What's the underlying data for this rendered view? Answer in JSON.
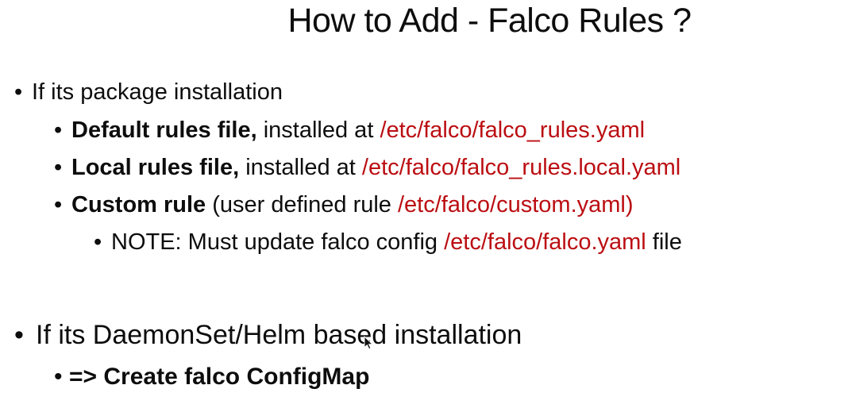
{
  "title": "How to Add - Falco Rules ?",
  "colors": {
    "background": "#ffffff",
    "text": "#0d0d0d",
    "red": "#bb0e12"
  },
  "icons": {
    "bullet": "•",
    "cursor": "mouse-arrow"
  },
  "content": {
    "lines": [
      {
        "level": 1,
        "segments": [
          {
            "text": "If its package installation"
          }
        ]
      },
      {
        "level": 2,
        "segments": [
          {
            "text": "Default rules file,"
          },
          {
            "text": " installed at "
          },
          {
            "text": "/etc/falco/falco_rules.yaml"
          }
        ]
      },
      {
        "level": 2,
        "segments": [
          {
            "text": "Local rules file,"
          },
          {
            "text": " installed at "
          },
          {
            "text": "/etc/falco/falco_rules.local.yaml"
          }
        ]
      },
      {
        "level": 2,
        "segments": [
          {
            "text": "Custom rule"
          },
          {
            "text": " (user defined rule "
          },
          {
            "text": "/etc/falco/custom.yaml)"
          }
        ]
      },
      {
        "level": 3,
        "segments": [
          {
            "text": "NOTE: Must update falco config "
          },
          {
            "text": "/etc/falco/falco.yaml"
          },
          {
            "text": " file"
          }
        ]
      },
      {
        "level": 1,
        "segments": [
          {
            "text": "If its DaemonSet/Helm based installation"
          }
        ]
      },
      {
        "level": 2,
        "segments": [
          {
            "text": "=> Create falco ConfigMap"
          }
        ]
      }
    ]
  }
}
